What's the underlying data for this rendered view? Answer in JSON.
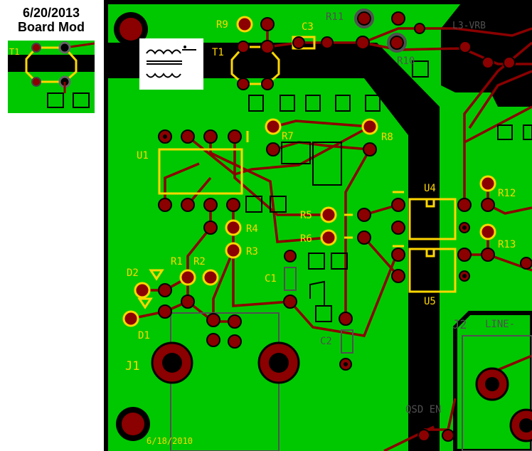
{
  "inset": {
    "title_line1": "6/20/2013",
    "title_line2": "Board Mod",
    "label": "T1"
  },
  "board": {
    "date": "6/18/2010",
    "labels": {
      "R9": "R9",
      "C3": "C3",
      "R11": "R11",
      "R10": "R10",
      "T1": "T1",
      "U1": "U1",
      "R7": "R7",
      "R8": "R8",
      "U4": "U4",
      "R12": "R12",
      "R5": "R5",
      "R6": "R6",
      "R4": "R4",
      "R3": "R3",
      "R13": "R13",
      "D2": "D2",
      "R1": "R1",
      "R2": "R2",
      "C1": "C1",
      "U5": "U5",
      "D1": "D1",
      "C2": "C2",
      "J2": "J2",
      "line": "LINE-",
      "J1": "J1",
      "qsd": "QSD EN",
      "top_right": "L3-VRB"
    }
  },
  "colors": {
    "board_green": "#00c800",
    "copper_trace": "#8b0000",
    "silkscreen": "#ffd700",
    "ground_band": "#000000",
    "outline_gray": "#505050"
  }
}
